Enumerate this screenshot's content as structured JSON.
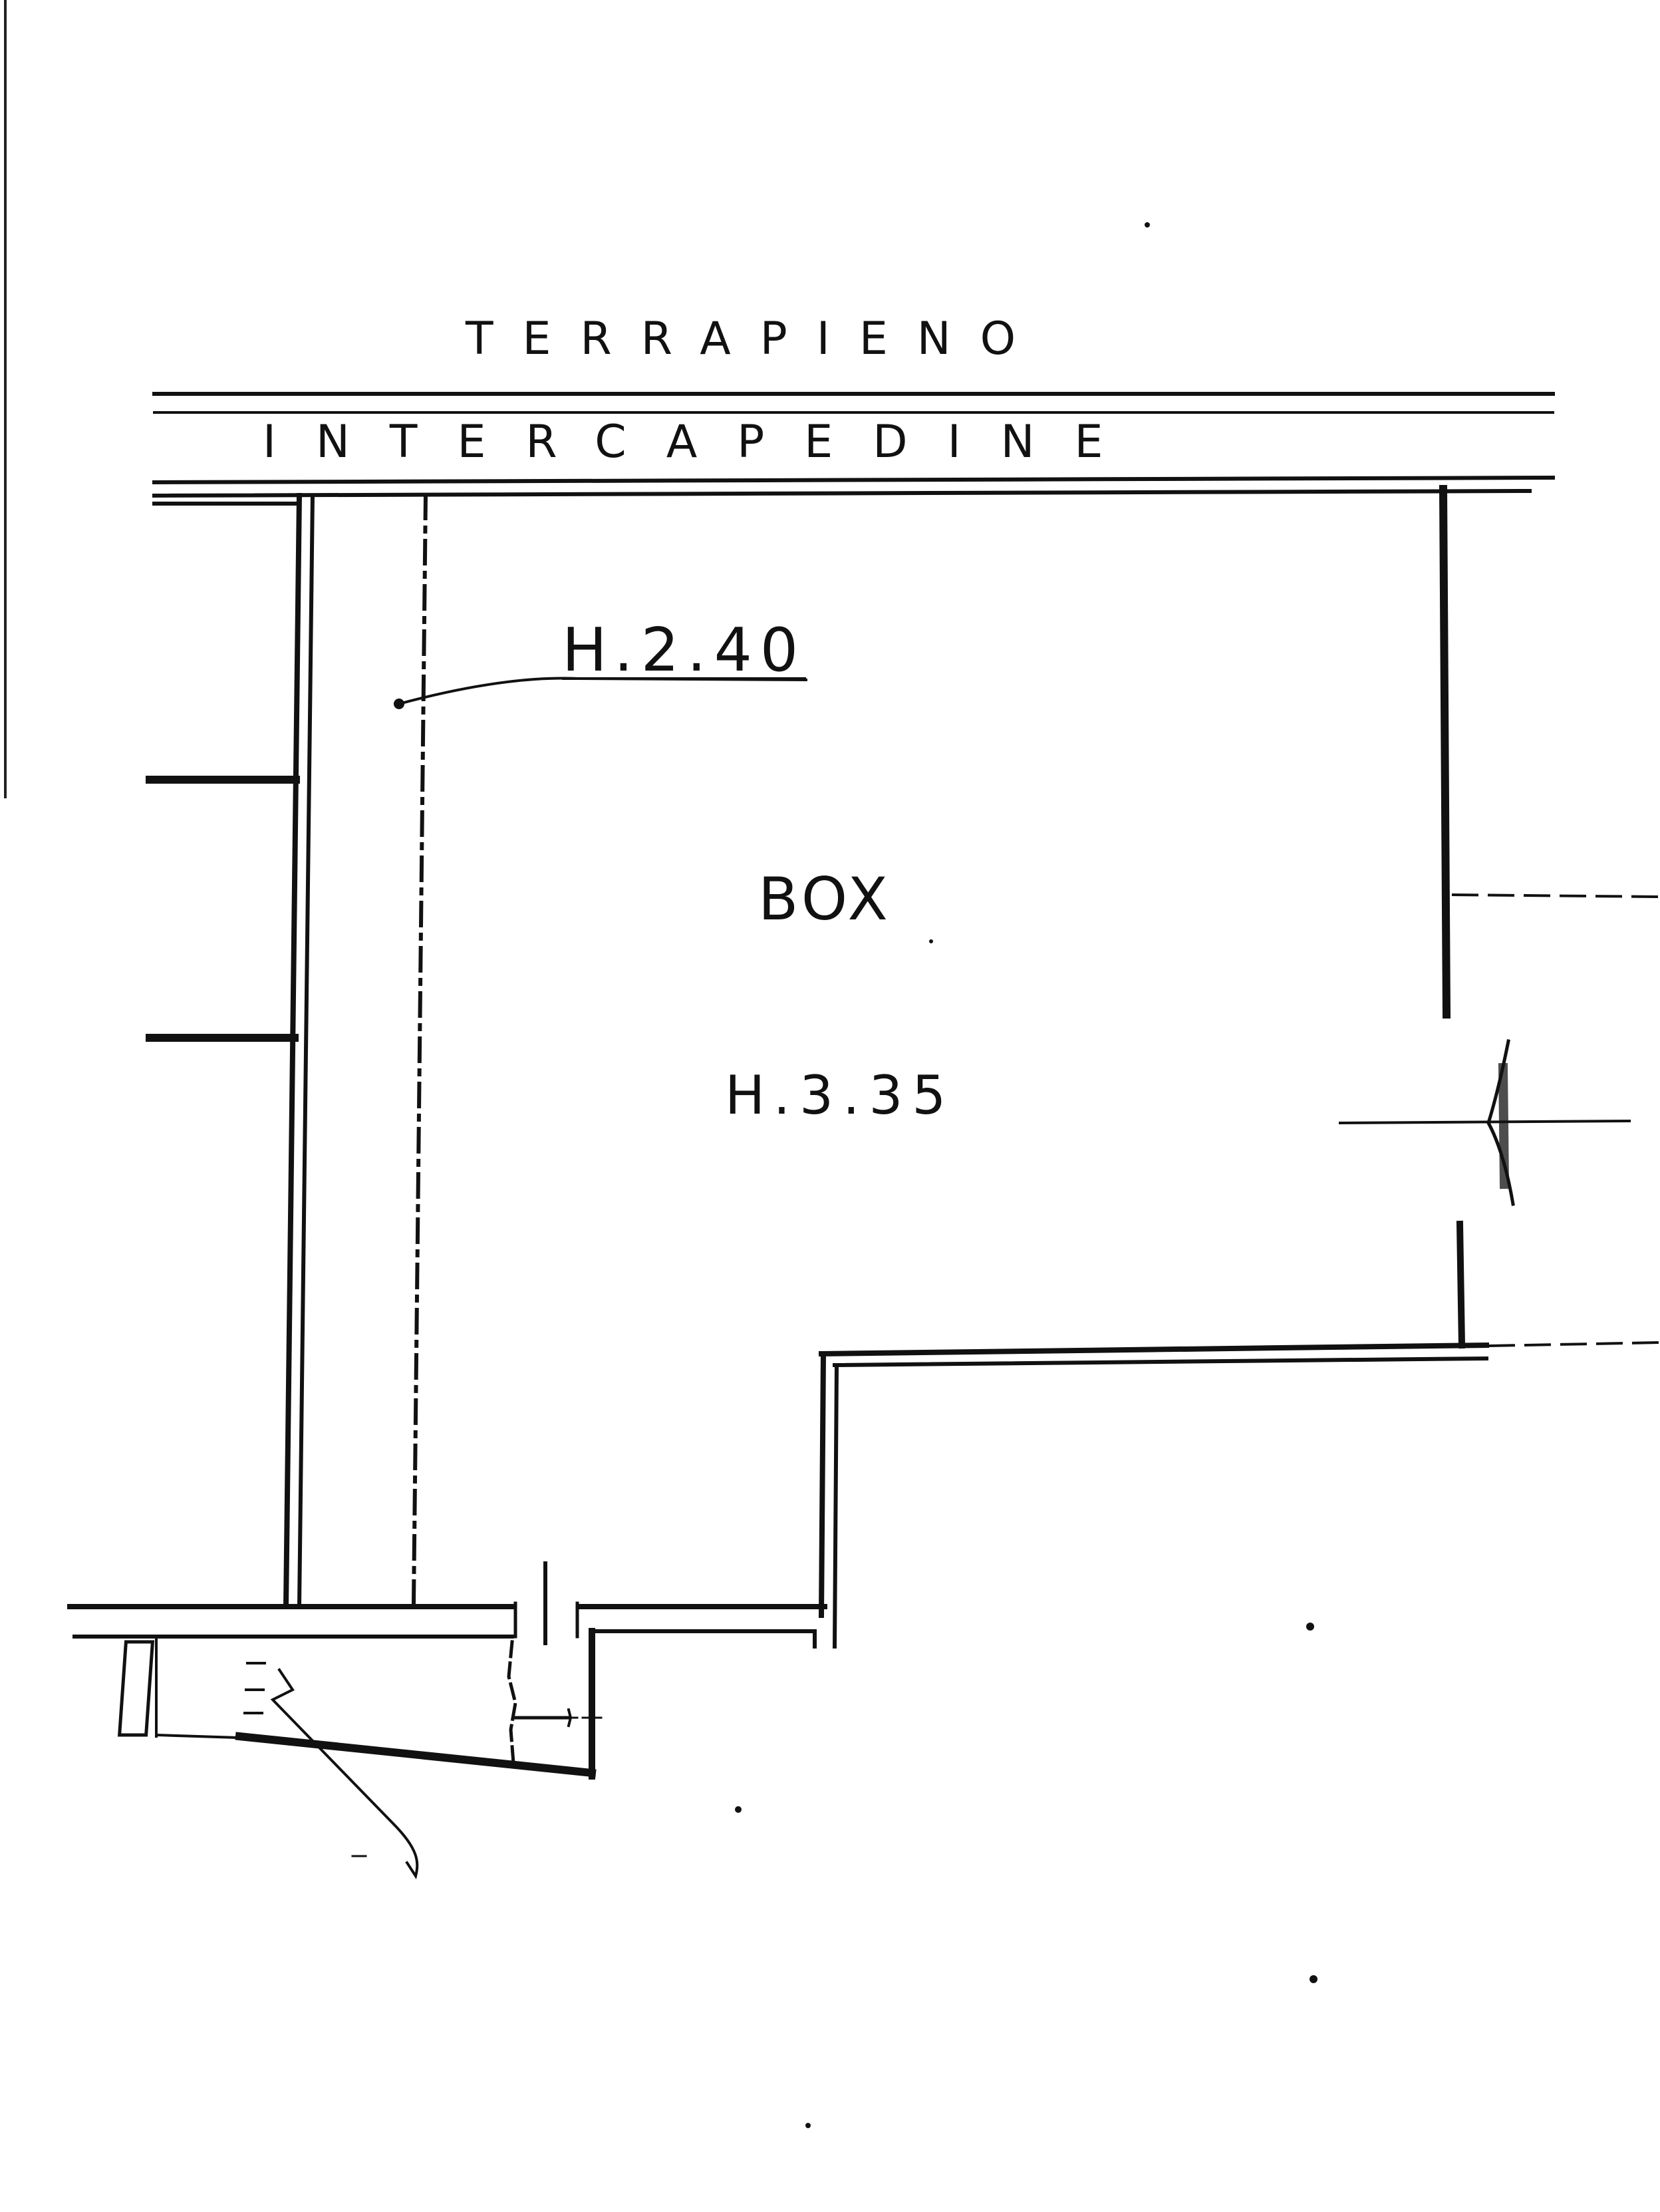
{
  "labels": {
    "terrapieno": "TERRAPIENO",
    "intercapedine": "INTERCAPEDINE",
    "ceiling_height_low": "H.2.40",
    "room_name": "BOX",
    "ceiling_height_main": "H.3.35"
  },
  "colors": {
    "ink": "#111111",
    "paper": "#ffffff"
  }
}
